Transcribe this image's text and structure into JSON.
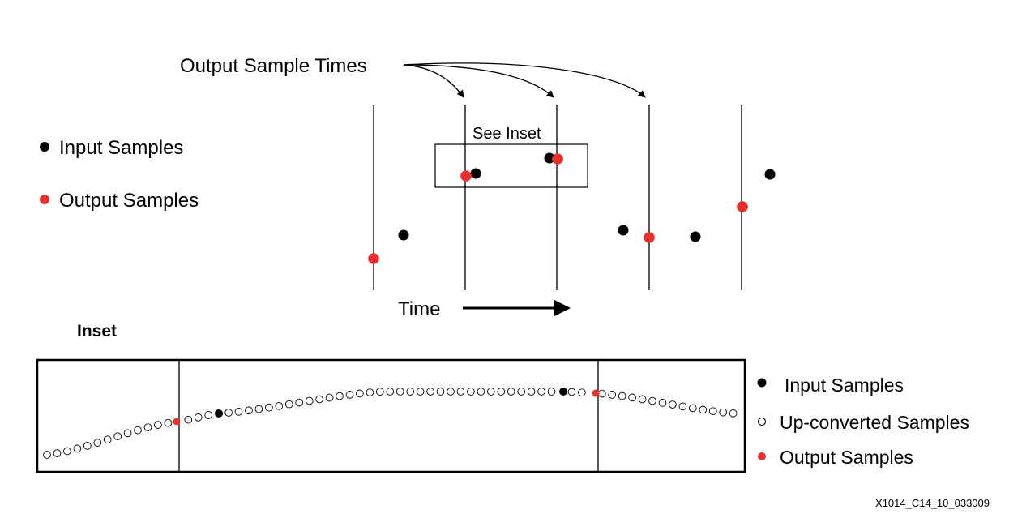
{
  "top_diagram": {
    "callout_label": "Output Sample Times",
    "inset_box_label": "See Inset",
    "time_label": "Time",
    "legend": [
      {
        "label": "Input Samples",
        "marker": "filled",
        "color": "#000000"
      },
      {
        "label": "Output Samples",
        "marker": "filled",
        "color": "#e8312f"
      }
    ]
  },
  "inset": {
    "title": "Inset",
    "legend": [
      {
        "label": "Input Samples",
        "marker": "filled",
        "color": "#000000"
      },
      {
        "label": "Up-converted Samples",
        "marker": "hollow",
        "color": "#000000"
      },
      {
        "label": "Output Samples",
        "marker": "filled",
        "color": "#e8312f"
      }
    ]
  },
  "figure_id": "X1014_C14_10_033009",
  "colors": {
    "output": "#e8312f",
    "input": "#000000",
    "line": "#000000"
  }
}
